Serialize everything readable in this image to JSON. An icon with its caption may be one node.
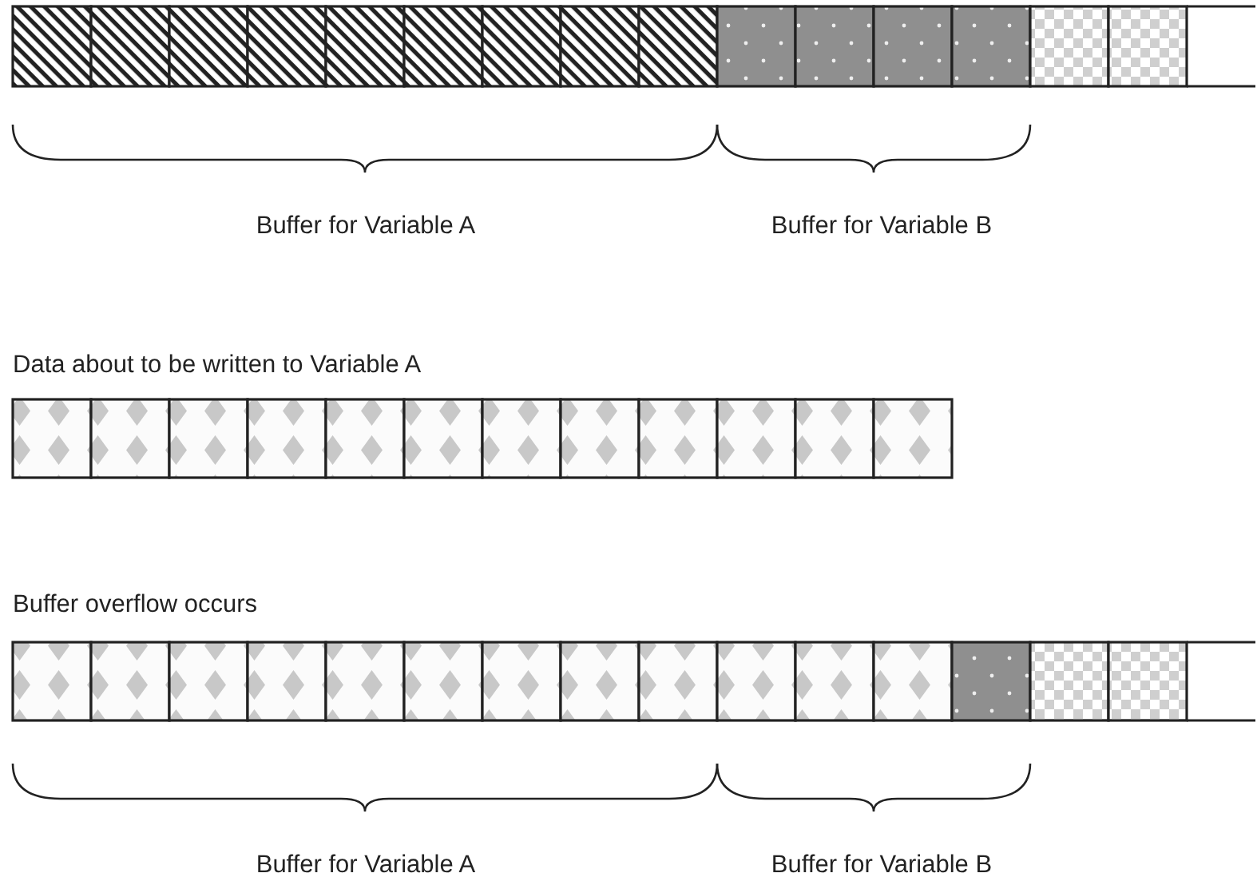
{
  "diagram": {
    "labels": [
      "Buffer for Variable A",
      "Buffer for Variable B",
      "Data about to be written to Variable A",
      "Buffer overflow occurs",
      "Buffer for Variable A",
      "Buffer for Variable B"
    ]
  }
}
